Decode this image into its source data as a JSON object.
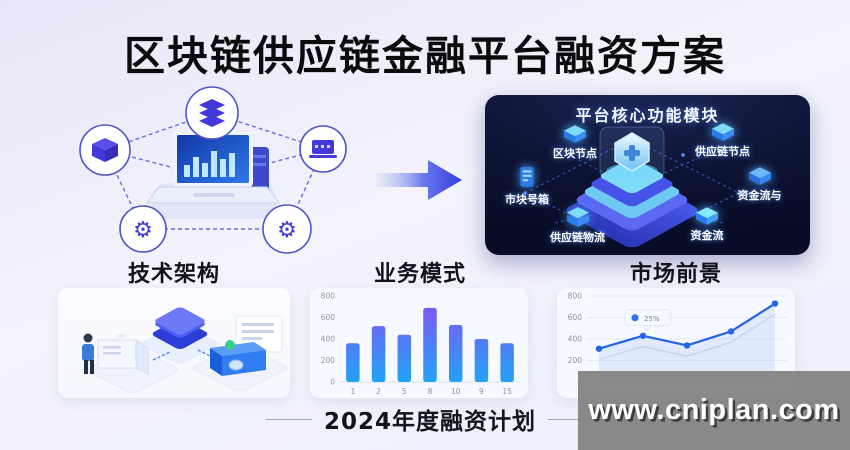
{
  "title": "区块链供应链金融平台融资方案",
  "left_diagram": {
    "description": "network-of-nodes-around-laptop",
    "node_icons": [
      "layers-icon",
      "cube-icon",
      "laptop-icon",
      "gear-icon",
      "gear-icon"
    ]
  },
  "panel": {
    "title": "平台核心功能模块",
    "nodes": [
      {
        "label": "区块节点"
      },
      {
        "label": "供应链节点"
      },
      {
        "label": "市块号箱"
      },
      {
        "label": "资金流与"
      },
      {
        "label": "供应链物流"
      },
      {
        "label": "资金流"
      }
    ]
  },
  "sections": [
    {
      "label": "技术架构"
    },
    {
      "label": "业务模式"
    },
    {
      "label": "市场前景"
    }
  ],
  "chart_data": [
    {
      "type": "bar",
      "title": "",
      "categories": [
        "1",
        "2",
        "5",
        "8",
        "10",
        "9",
        "15"
      ],
      "values": [
        360,
        520,
        440,
        690,
        530,
        400,
        360
      ],
      "ylim": [
        0,
        800
      ],
      "yticks": [
        0,
        200,
        400,
        600,
        800
      ],
      "grid": false,
      "legend": "none",
      "bar_gradient": [
        "#8b4df2",
        "#21a3f6"
      ]
    },
    {
      "type": "line",
      "title": "",
      "values": [
        310,
        430,
        340,
        470,
        730
      ],
      "secondary_values": [
        210,
        330,
        240,
        370,
        630
      ],
      "ylim": [
        0,
        800
      ],
      "yticks": [
        0,
        200,
        400,
        600,
        800
      ],
      "grid": true,
      "legend": "none",
      "tooltip": "25%",
      "line_color": "#2563eb"
    }
  ],
  "footer": {
    "plan_label": "2024年度融资计划"
  },
  "watermark": {
    "text": "www.cniplan.com"
  },
  "colors": {
    "accent_blue": "#2f7bf5",
    "accent_purple": "#8a4df0",
    "panel_bg": "#0d1334",
    "title_color": "#0b0b0e",
    "watermark_bg": "#808080",
    "node_stroke": "#4d55c8"
  }
}
